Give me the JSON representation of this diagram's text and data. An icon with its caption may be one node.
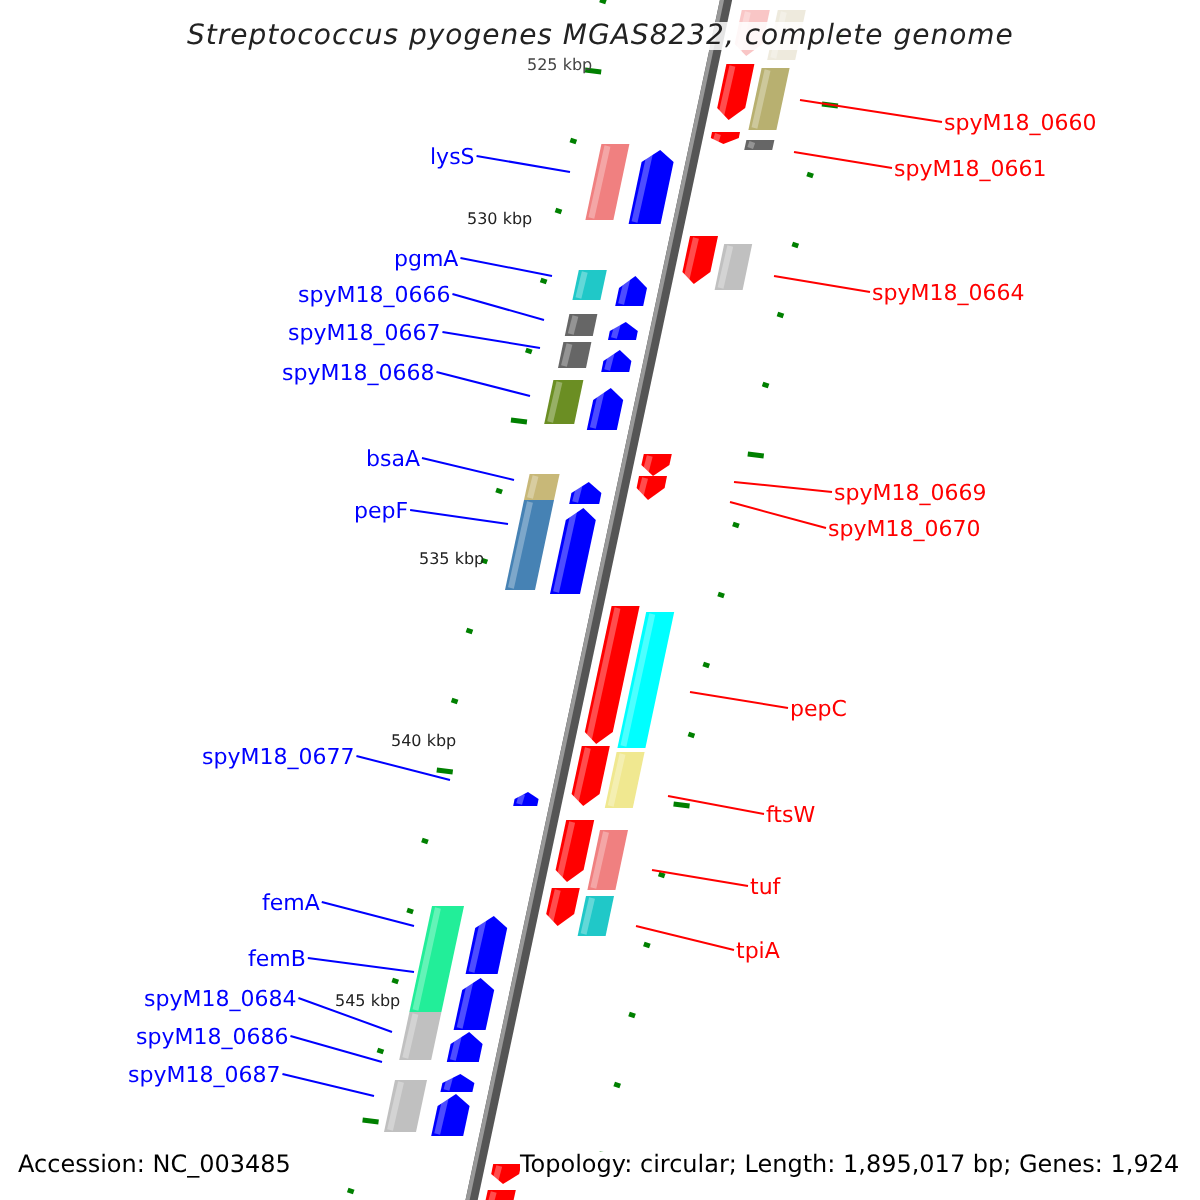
{
  "diagram": {
    "title": "Streptococcus pyogenes MGAS8232, complete genome",
    "nodes": [
      {
        "text": [
          "spyM18_0660"
        ]
      },
      {
        "text": [
          "lysS"
        ]
      },
      {
        "text": [
          "spyM18_0661"
        ]
      },
      {
        "text": [
          "pgmA"
        ]
      },
      {
        "text": [
          "spyM18_0664"
        ]
      },
      {
        "text": [
          "spyM18_0666"
        ]
      },
      {
        "text": [
          "spyM18_0667"
        ]
      },
      {
        "text": [
          "spyM18_0668"
        ]
      },
      {
        "text": [
          "bsaA"
        ]
      },
      {
        "text": [
          "spyM18_0669"
        ]
      },
      {
        "text": [
          "pepF"
        ]
      },
      {
        "text": [
          "spyM18_0670"
        ]
      },
      {
        "text": [
          "pepC"
        ]
      },
      {
        "text": [
          "spyM18_0677"
        ]
      },
      {
        "text": [
          "ftsW"
        ]
      },
      {
        "text": [
          "tuf"
        ]
      },
      {
        "text": [
          "femA"
        ]
      },
      {
        "text": [
          "tpiA"
        ]
      },
      {
        "text": [
          "femB"
        ]
      },
      {
        "text": [
          "spyM18_0684"
        ]
      },
      {
        "text": [
          "spyM18_0686"
        ]
      },
      {
        "text": [
          "spyM18_0687"
        ]
      }
    ],
    "edges": [
      {
        "from": 0,
        "to": null,
        "arrow": "none",
        "color": "#ff0000"
      },
      {
        "from": 1,
        "to": null,
        "arrow": "none"
      },
      {
        "from": 2,
        "to": null,
        "arrow": "none",
        "color": "#ff0000"
      },
      {
        "from": 3,
        "to": null,
        "arrow": "none"
      },
      {
        "from": 4,
        "to": null,
        "arrow": "none",
        "color": "#ff0000"
      },
      {
        "from": 5,
        "to": null,
        "arrow": "none"
      },
      {
        "from": 6,
        "to": null,
        "arrow": "none"
      },
      {
        "from": 7,
        "to": null,
        "arrow": "none"
      },
      {
        "from": 8,
        "to": null,
        "arrow": "none"
      },
      {
        "from": 9,
        "to": null,
        "arrow": "none",
        "color": "#ff0000"
      },
      {
        "from": 10,
        "to": null,
        "arrow": "none"
      },
      {
        "from": 11,
        "to": null,
        "arrow": "none",
        "color": "#ff0000"
      },
      {
        "from": 12,
        "to": null,
        "arrow": "none",
        "color": "#ff0000"
      },
      {
        "from": 13,
        "to": null,
        "arrow": "none"
      },
      {
        "from": 14,
        "to": null,
        "arrow": "none",
        "color": "#ff0000"
      },
      {
        "from": 15,
        "to": null,
        "arrow": "none",
        "color": "#ff0000"
      },
      {
        "from": 16,
        "to": null,
        "arrow": "none"
      },
      {
        "from": 17,
        "to": null,
        "arrow": "none",
        "color": "#ff0000"
      },
      {
        "from": 18,
        "to": null,
        "arrow": "none"
      },
      {
        "from": 19,
        "to": null,
        "arrow": "none"
      },
      {
        "from": 20,
        "to": null,
        "arrow": "none"
      },
      {
        "from": 21,
        "to": null,
        "arrow": "none"
      }
    ],
    "labels": [
      "525 kbp",
      "530 kbp",
      "535 kbp",
      "540 kbp",
      "545 kbp",
      "Accession: NC_003485",
      "Topology: circular; Length: 1,895,017 bp; Genes: 1,924"
    ]
  }
}
